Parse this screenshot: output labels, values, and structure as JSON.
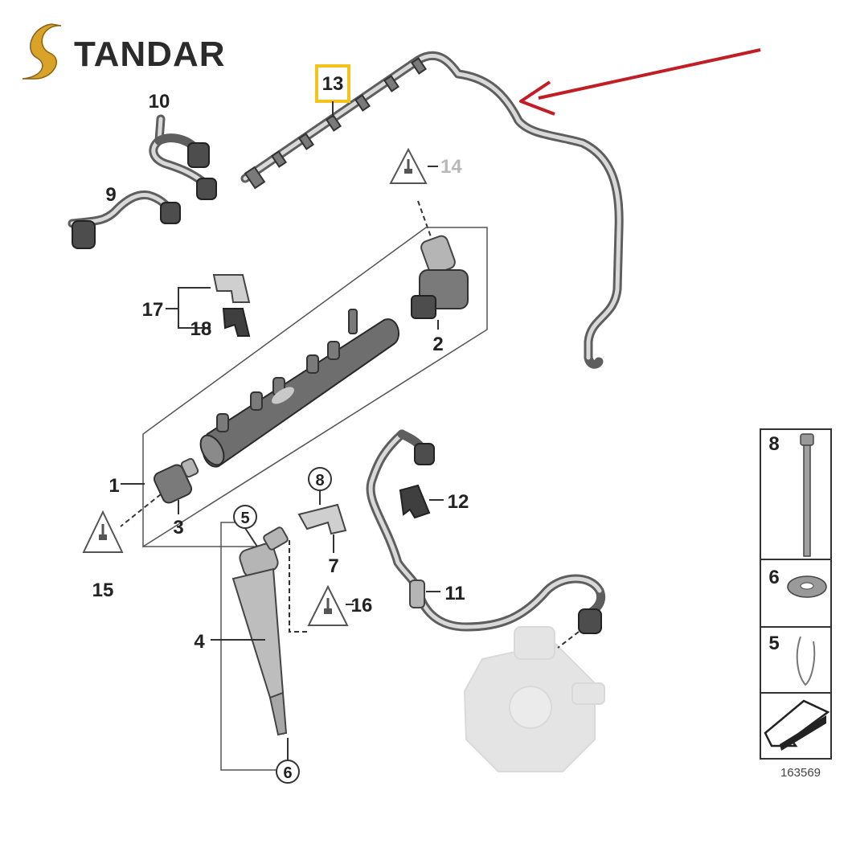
{
  "brand": {
    "name": "TANDAR"
  },
  "callouts": {
    "p1": "1",
    "p2": "2",
    "p3": "3",
    "p4": "4",
    "p5": "5",
    "p6": "6",
    "p7": "7",
    "p8": "8",
    "p9": "9",
    "p10": "10",
    "p11": "11",
    "p12": "12",
    "p13": "13",
    "p14": "14",
    "p15": "15",
    "p16": "16",
    "p17": "17",
    "p18": "18"
  },
  "sidebar": {
    "items": [
      {
        "label": "8",
        "part": "bolt"
      },
      {
        "label": "6",
        "part": "washer"
      },
      {
        "label": "5",
        "part": "clip"
      },
      {
        "label": "",
        "part": "arrow-icon"
      }
    ],
    "diagram_number": "163569"
  },
  "colors": {
    "highlight_box": "#f3c21b",
    "pointer_arrow": "#c21d24",
    "logo_gold": "#d8a328",
    "logo_dark": "#2b2b2b"
  },
  "icons": {
    "logo": "tandar-s-logo",
    "warning": "caution-triangle-icon",
    "pointer": "red-pointer-arrow",
    "sidebar": "diagram-arrow-icon"
  }
}
